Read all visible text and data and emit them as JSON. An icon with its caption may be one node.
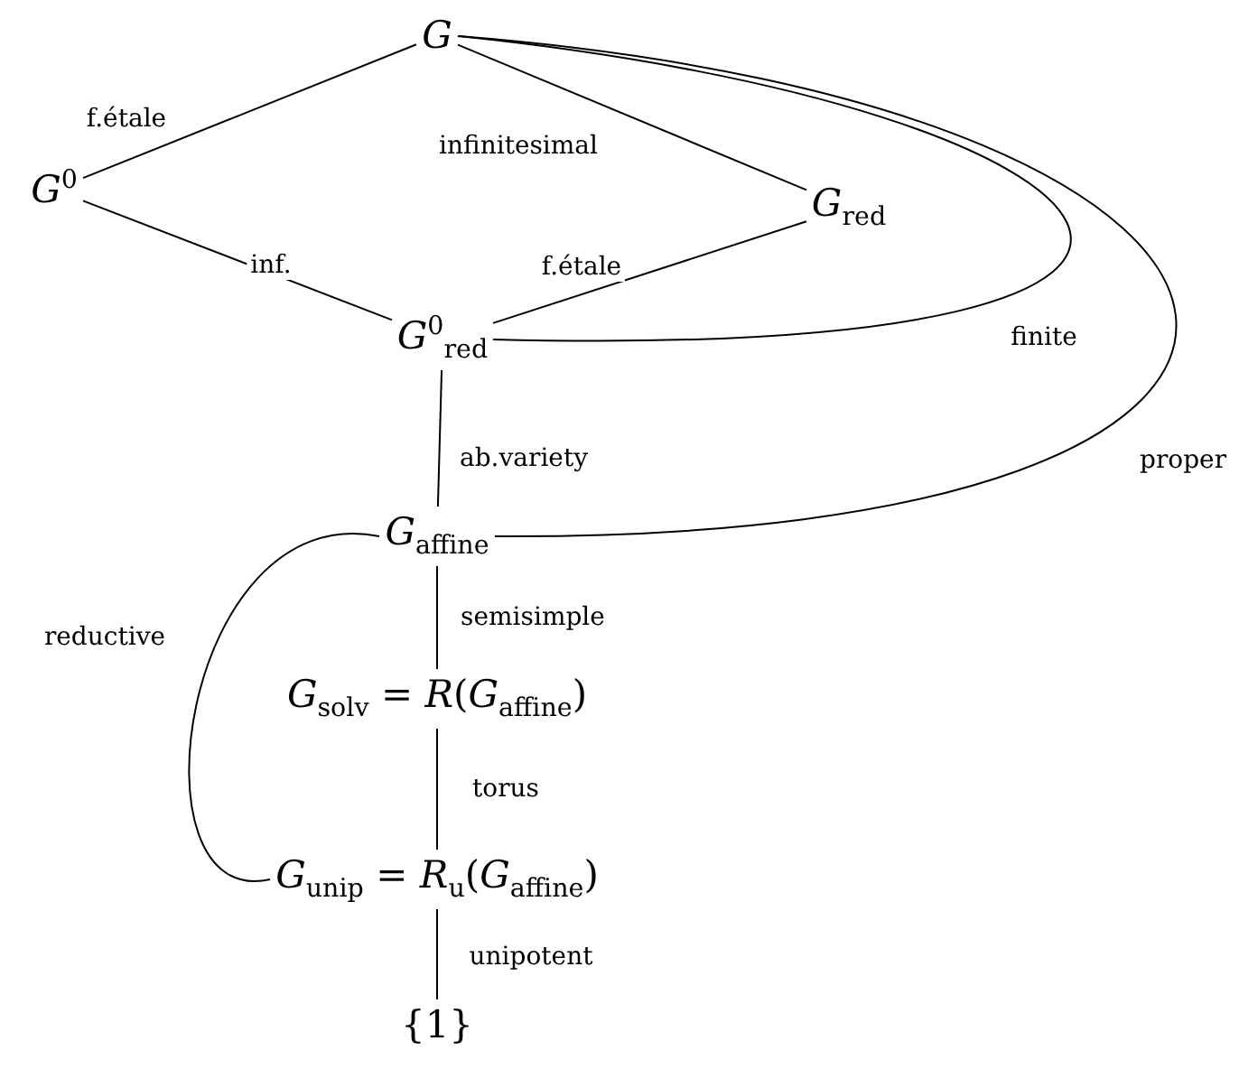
{
  "diagram": {
    "nodes": [
      {
        "text": [
          "*G*"
        ]
      },
      {
        "text": [
          "*G*$^{0}$"
        ]
      },
      {
        "text": [
          "*G*$_{red}$"
        ]
      },
      {
        "text": [
          "*G*$^{0}$$_{red}$"
        ]
      },
      {
        "text": [
          "*G*$_{affine}$"
        ]
      },
      {
        "text": [
          "*G*$_{solv}$ = *R*(*G*$_{affine}$)"
        ]
      },
      {
        "text": [
          "*G*$_{unip}$ = *R*$_{u}$(*G*$_{affine}$)"
        ]
      },
      {
        "text": [
          "{1}"
        ]
      }
    ],
    "edges": [
      {
        "from": 0,
        "to": 1,
        "arrow": "none",
        "label": "f.étale"
      },
      {
        "from": 0,
        "to": 2,
        "arrow": "none",
        "label": "infinitesimal"
      },
      {
        "from": 1,
        "to": 3,
        "arrow": "none",
        "label": "inf."
      },
      {
        "from": 2,
        "to": 3,
        "arrow": "none",
        "label": "f.étale"
      },
      {
        "from": 0,
        "to": 3,
        "arrow": "none",
        "label": "finite"
      },
      {
        "from": 0,
        "to": 4,
        "arrow": "none",
        "label": "proper"
      },
      {
        "from": 3,
        "to": 4,
        "arrow": "none",
        "label": "ab.variety"
      },
      {
        "from": 4,
        "to": 5,
        "arrow": "none",
        "label": "semisimple"
      },
      {
        "from": 5,
        "to": 6,
        "arrow": "none",
        "label": "torus"
      },
      {
        "from": 6,
        "to": 7,
        "arrow": "none",
        "label": "unipotent"
      },
      {
        "from": 4,
        "to": 6,
        "arrow": "none",
        "label": "reductive"
      }
    ]
  }
}
